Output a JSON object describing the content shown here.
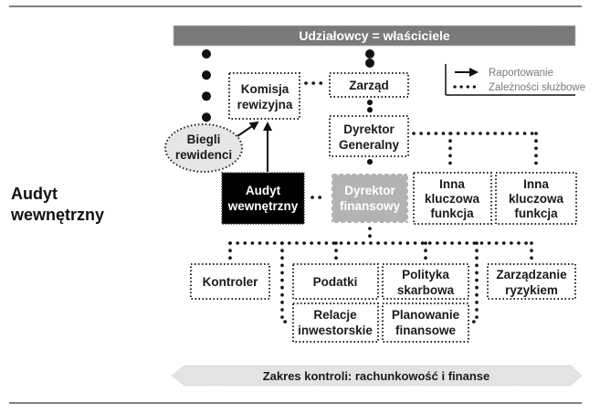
{
  "title": "Udziałowcy = właściciele",
  "side_label": [
    "Audyt",
    "wewnętrzny"
  ],
  "legend": {
    "reporting_label": "Raportowanie",
    "reporting_icon": "arrow-right-icon",
    "service_label": "Zależności służbowe",
    "service_icon": "dotted-line-icon"
  },
  "nodes": {
    "komisja": [
      "Komisja",
      "rewizyjna"
    ],
    "zarzad": [
      "Zarząd"
    ],
    "dyrektor_generalny": [
      "Dyrektor",
      "Generalny"
    ],
    "biegli": [
      "Biegli",
      "rewidenci"
    ],
    "audyt": [
      "Audyt",
      "wewnętrzny"
    ],
    "dyrektor_finansowy": [
      "Dyrektor",
      "finansowy"
    ],
    "inna1": [
      "Inna",
      "kluczowa",
      "funkcja"
    ],
    "inna2": [
      "Inna",
      "kluczowa",
      "funkcja"
    ],
    "kontroler": [
      "Kontroler"
    ],
    "podatki": [
      "Podatki"
    ],
    "polityka": [
      "Polityka",
      "skarbowa"
    ],
    "zarzadzanie": [
      "Zarządzanie",
      "ryzykiem"
    ],
    "relacje": [
      "Relacje",
      "inwestorskie"
    ],
    "planowanie": [
      "Planowanie",
      "finansowe"
    ]
  },
  "footer": "Zakres kontroli: rachunkowość i finanse",
  "colors": {
    "header_bg": "#7a7a7a",
    "audyt_bg": "#000000",
    "dyrektor_finansowy_bg": "#b3b3b3",
    "biegli_bg": "#e6e6e6",
    "footer_bg": "#e3e3e3",
    "legend_text": "#7a7a7a"
  }
}
